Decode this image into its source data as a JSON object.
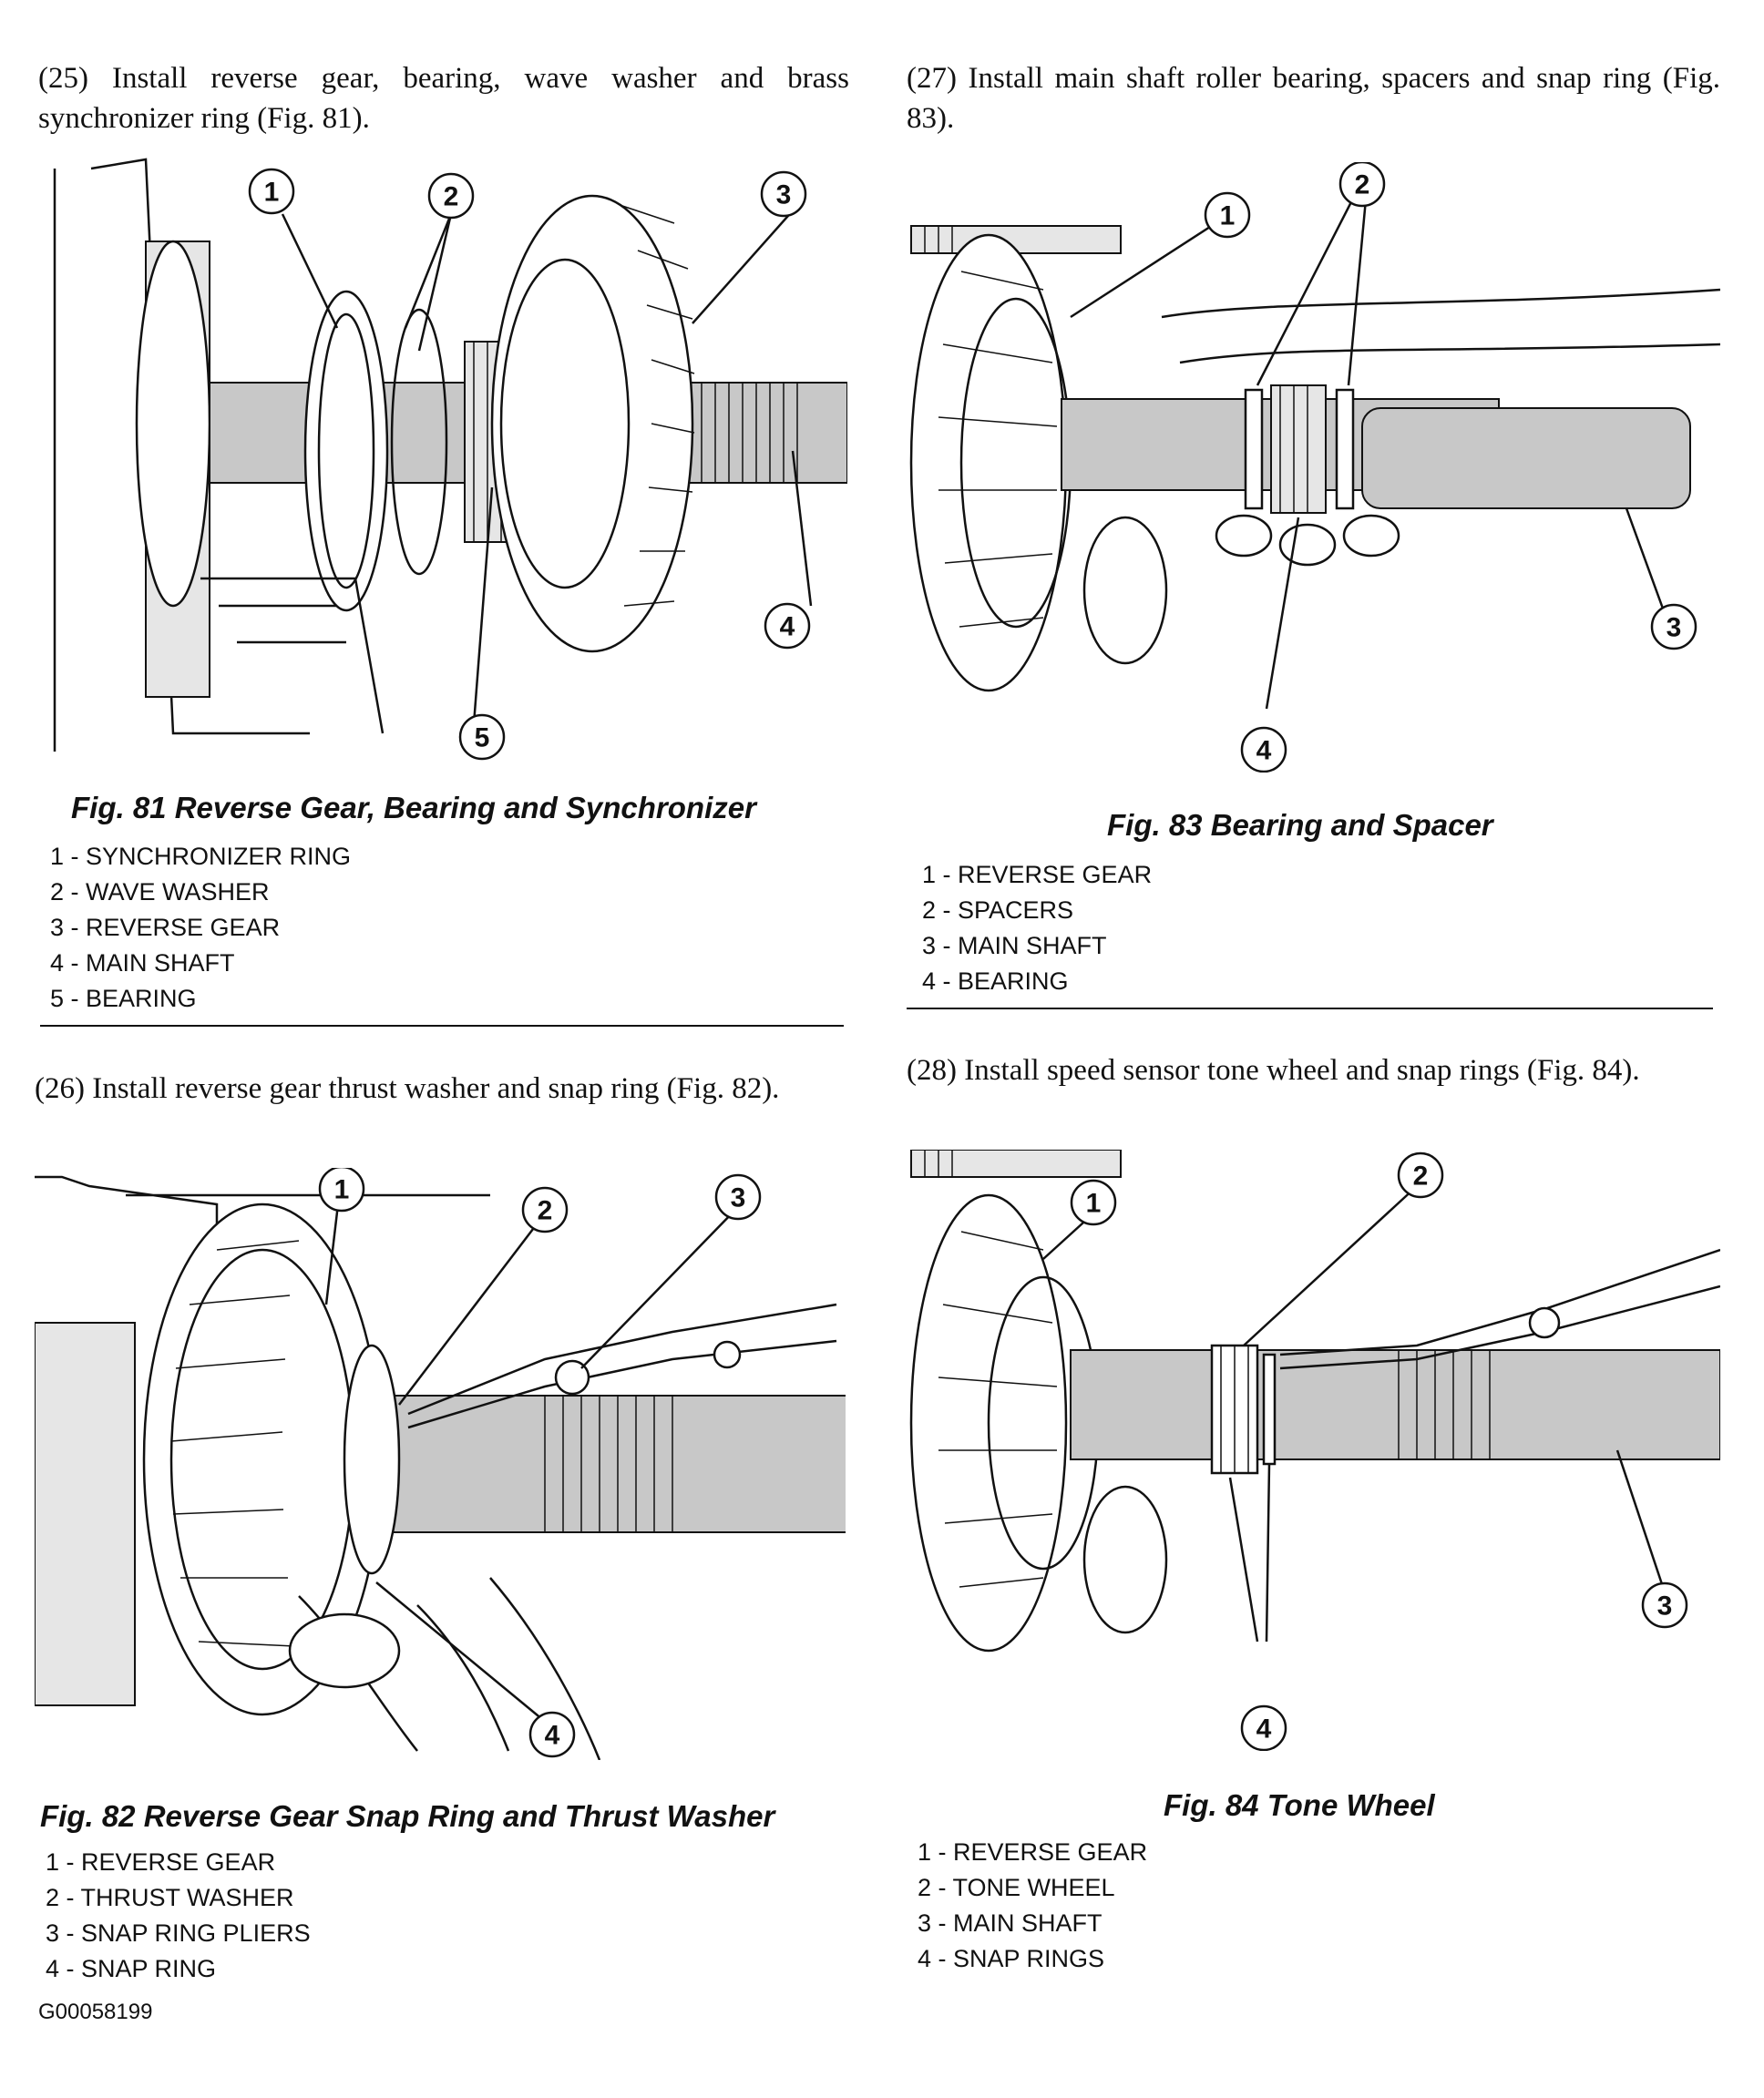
{
  "steps": {
    "s25": "(25) Install reverse gear, bearing, wave washer and brass synchronizer ring (Fig. 81).",
    "s26": "(26) Install reverse gear thrust washer and snap ring (Fig. 82).",
    "s27": "(27) Install main shaft roller bearing, spacers and snap ring (Fig. 83).",
    "s28": "(28) Install speed sensor tone wheel and snap rings (Fig. 84)."
  },
  "figures": {
    "fig81": {
      "caption": "Fig. 81 Reverse Gear, Bearing and Synchronizer",
      "callouts": [
        "1",
        "2",
        "3",
        "4",
        "5"
      ],
      "legend": [
        "1 - SYNCHRONIZER RING",
        "2 - WAVE WASHER",
        "3 - REVERSE GEAR",
        "4 - MAIN SHAFT",
        "5 - BEARING"
      ]
    },
    "fig82": {
      "caption": "Fig. 82 Reverse Gear Snap Ring and Thrust Washer",
      "callouts": [
        "1",
        "2",
        "3",
        "4"
      ],
      "legend": [
        "1 - REVERSE GEAR",
        "2 - THRUST WASHER",
        "3 - SNAP RING PLIERS",
        "4 - SNAP RING"
      ]
    },
    "fig83": {
      "caption": "Fig. 83 Bearing and Spacer",
      "callouts": [
        "1",
        "2",
        "3",
        "4"
      ],
      "legend": [
        "1 - REVERSE GEAR",
        "2 - SPACERS",
        "3 - MAIN SHAFT",
        "4 - BEARING"
      ]
    },
    "fig84": {
      "caption": "Fig. 84 Tone Wheel",
      "callouts": [
        "1",
        "2",
        "3",
        "4"
      ],
      "legend": [
        "1 - REVERSE GEAR",
        "2 - TONE WHEEL",
        "3 - MAIN SHAFT",
        "4 - SNAP RINGS"
      ]
    }
  },
  "doc_id": "G00058199"
}
